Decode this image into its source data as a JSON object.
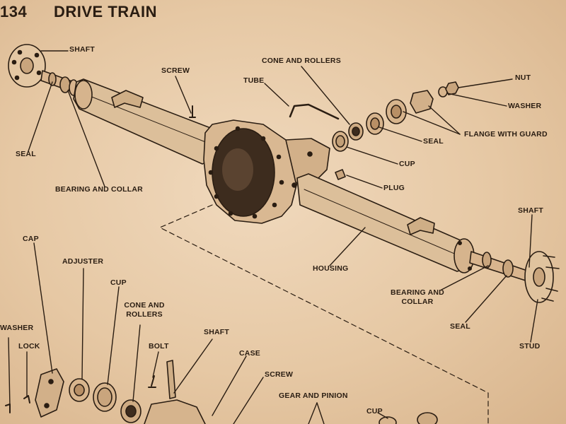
{
  "header": {
    "page_number": "134",
    "section_title": "DRIVE TRAIN"
  },
  "labels": {
    "shaft_left": "SHAFT",
    "screw_top": "SCREW",
    "cone_rollers_top": "CONE AND ROLLERS",
    "tube": "TUBE",
    "nut": "NUT",
    "washer_right": "WASHER",
    "flange_guard": "FLANGE WITH GUARD",
    "seal_right_top": "SEAL",
    "seal_left": "SEAL",
    "cup_mid": "CUP",
    "bearing_collar_left": "BEARING AND COLLAR",
    "plug": "PLUG",
    "shaft_right": "SHAFT",
    "housing": "HOUSING",
    "bearing_collar_right_1": "BEARING AND",
    "bearing_collar_right_2": "COLLAR",
    "seal_right_bottom": "SEAL",
    "stud": "STUD",
    "cap": "CAP",
    "adjuster": "ADJUSTER",
    "cup_bottom": "CUP",
    "cone_rollers_bottom_1": "CONE AND",
    "cone_rollers_bottom_2": "ROLLERS",
    "washer_left": "WASHER",
    "lock": "LOCK",
    "bolt": "BOLT",
    "shaft_bottom": "SHAFT",
    "case": "CASE",
    "screw_bottom": "SCREW",
    "gear_pinion": "GEAR AND PINION",
    "cup_bottom_right": "CUP"
  }
}
